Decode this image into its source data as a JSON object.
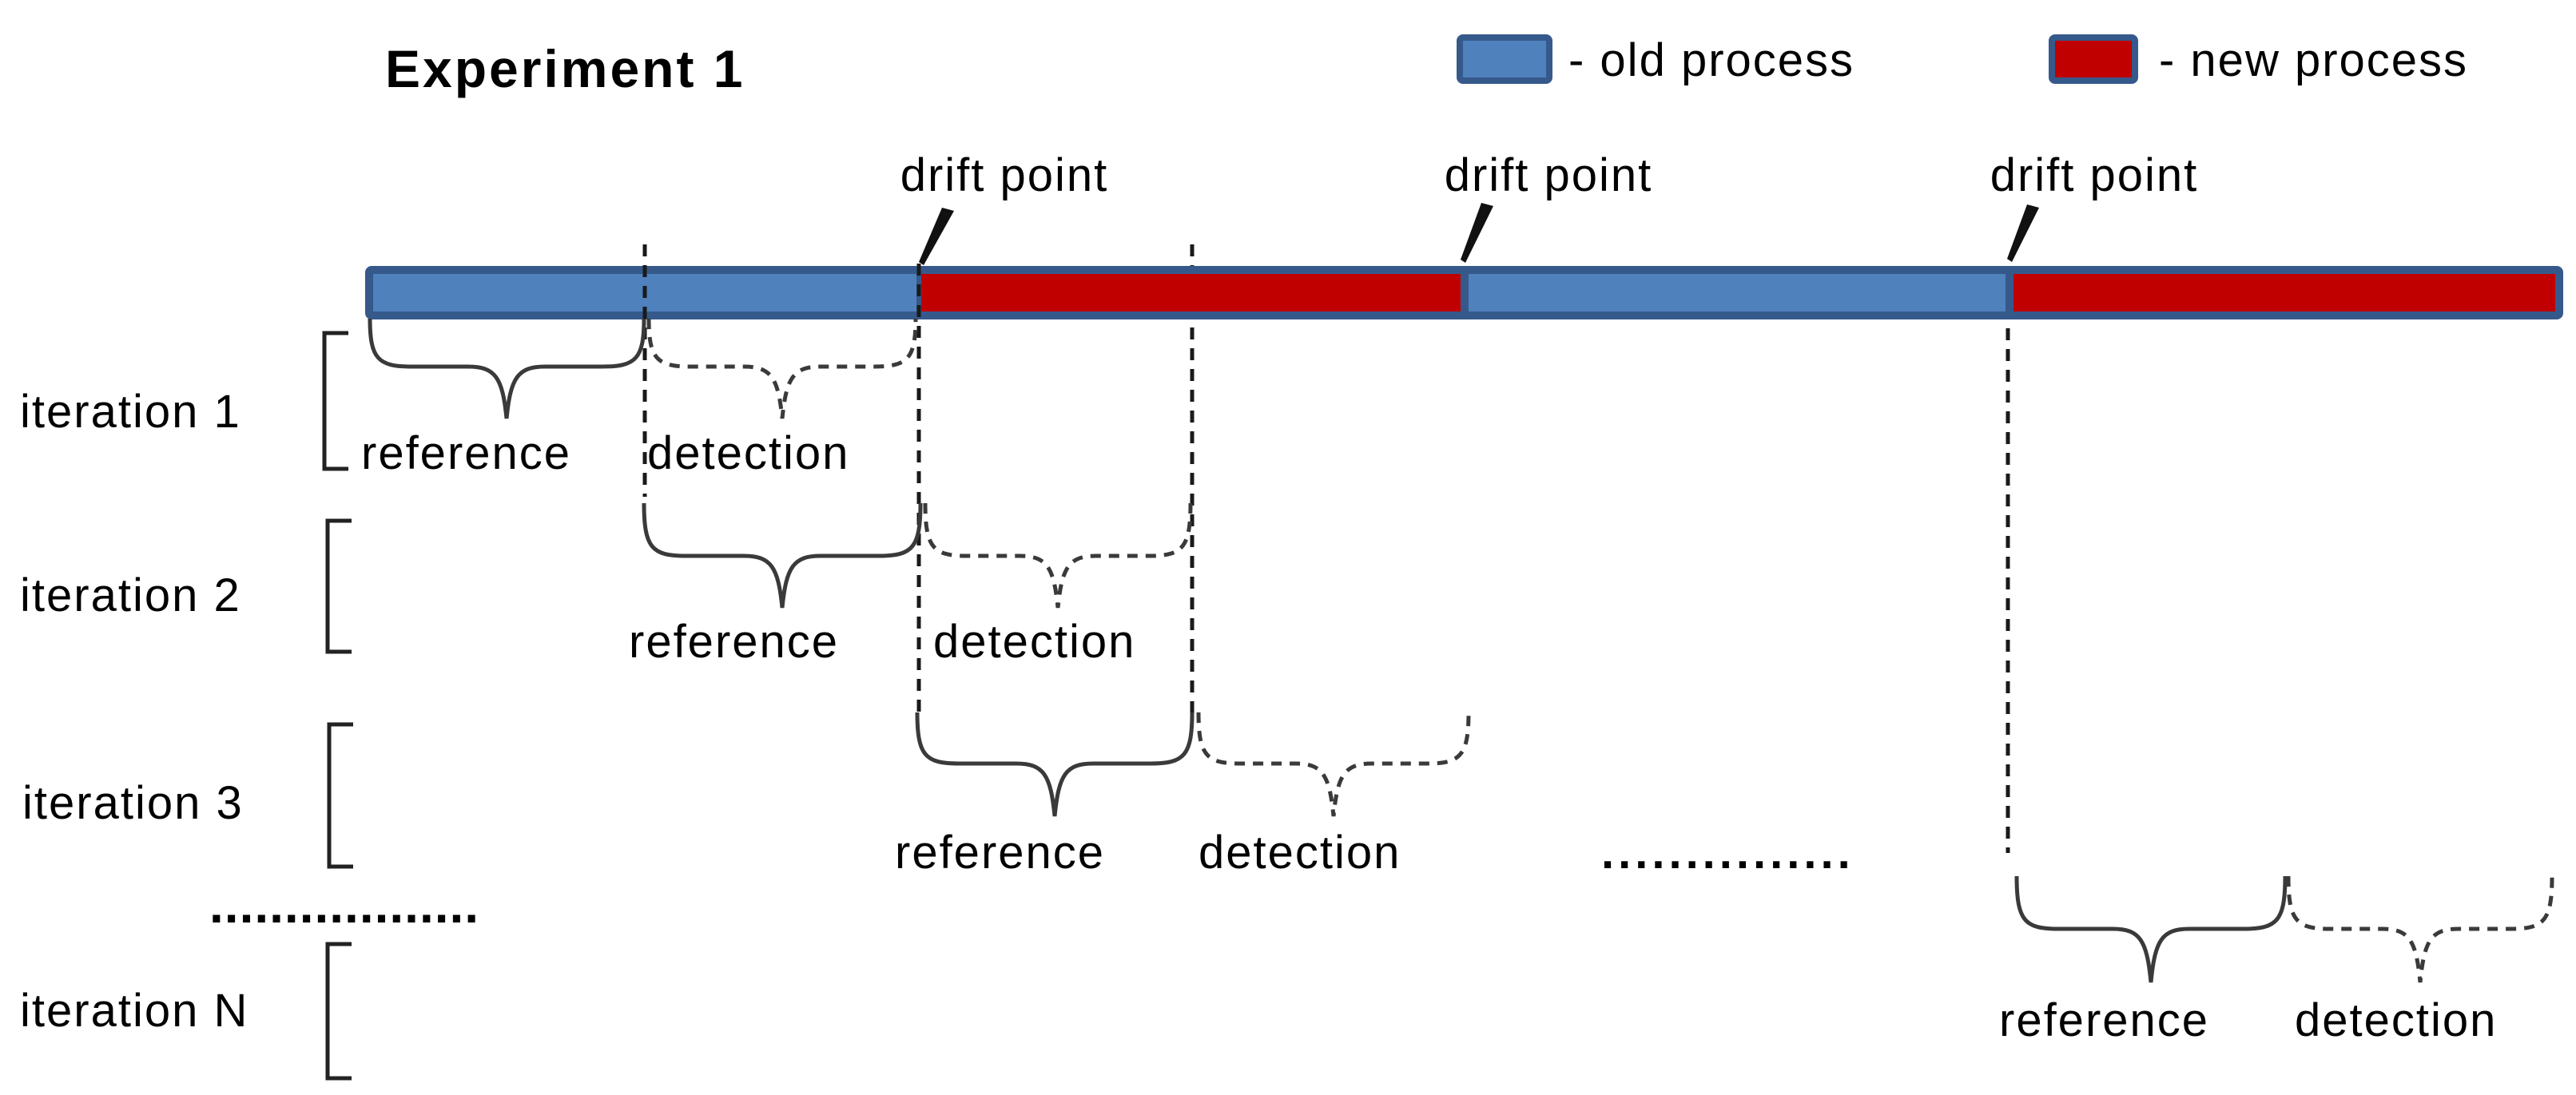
{
  "title": "Experiment 1",
  "legend": {
    "swatch_border_color": "#36598B",
    "items": [
      {
        "label": "- old process",
        "color": "#4F81BD"
      },
      {
        "label": "- new process",
        "color": "#C00000"
      }
    ]
  },
  "timeline": {
    "bar_border_color": "#36598B",
    "drift_point_labels": [
      "drift point",
      "drift point",
      "drift point"
    ],
    "segments": [
      {
        "process": "old",
        "color": "#4F81BD"
      },
      {
        "process": "new",
        "color": "#C00000"
      },
      {
        "process": "old",
        "color": "#4F81BD"
      },
      {
        "process": "new",
        "color": "#C00000"
      }
    ]
  },
  "iterations": [
    {
      "label": "iteration 1",
      "reference_label": "reference",
      "detection_label": "detection"
    },
    {
      "label": "iteration 2",
      "reference_label": "reference",
      "detection_label": "detection"
    },
    {
      "label": "iteration 3",
      "reference_label": "reference",
      "detection_label": "detection"
    },
    {
      "label": "iteration N",
      "reference_label": "reference",
      "detection_label": "detection"
    }
  ],
  "ellipses": {
    "after_iteration3_row": "...............",
    "between_iteration3_and_N": ".................."
  }
}
